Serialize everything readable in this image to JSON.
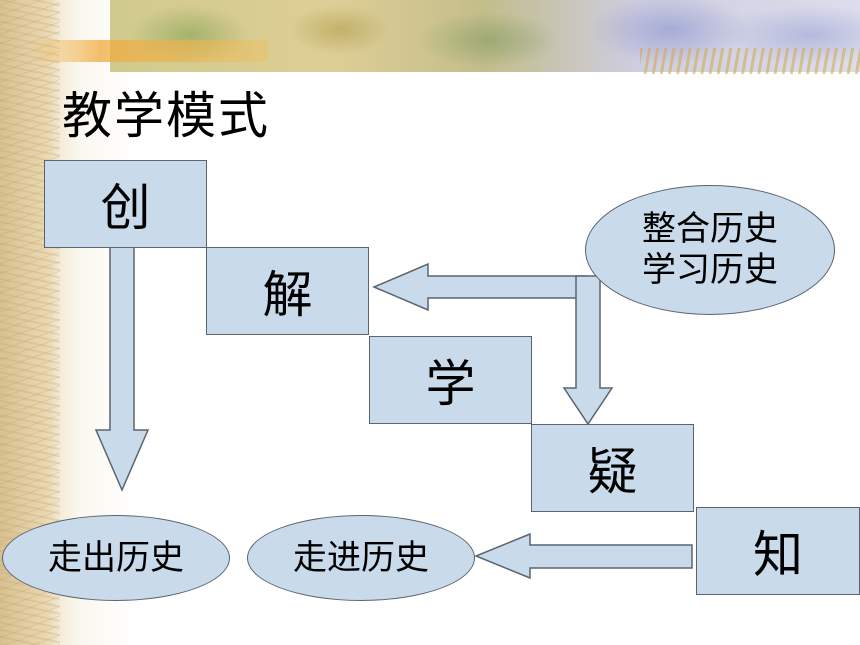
{
  "title": "教学模式",
  "steps": {
    "chuang": "创",
    "jie": "解",
    "xue": "学",
    "yi": "疑",
    "zhi": "知"
  },
  "ellipses": {
    "integrate_line1": "整合历史",
    "integrate_line2": "学习历史",
    "walk_out": "走出历史",
    "walk_in": "走进历史"
  },
  "colors": {
    "box_fill": "#c9daea",
    "box_stroke": "#5a6470",
    "text": "#000000"
  }
}
